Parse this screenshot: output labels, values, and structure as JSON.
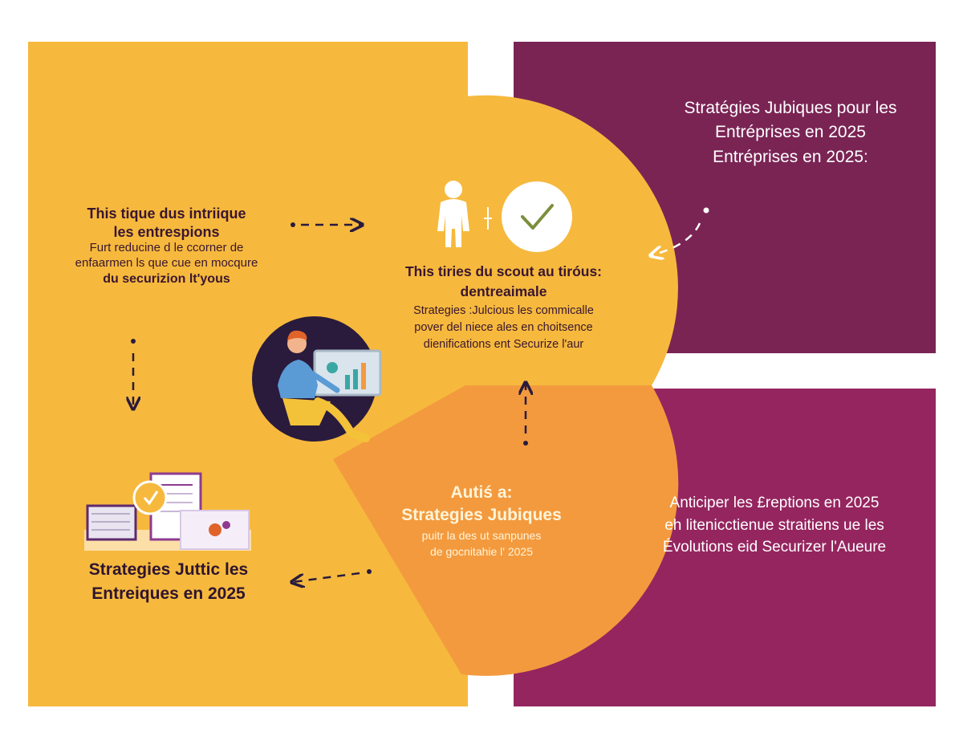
{
  "top_right": {
    "line1": "Stratégies Jubiques pour les",
    "line2": "Entréprises en 2025",
    "line3": "Entréprises en 2025:"
  },
  "left_intro": {
    "heading1": "This tique dus intriique",
    "heading2": "les entrespions",
    "body1": "Furt reducine d le ccorner de",
    "body2": "enfaarmen ls que cue en mocqure",
    "footer": "du securizion lt'yous"
  },
  "middle": {
    "heading1": "This tiries du scout au tiróus:",
    "heading2": "dentreaimale",
    "body1": "Strategies :Julcious les commicalle",
    "body2": "pover del niece ales en choitsence",
    "body3": "dienifications ent Securize l'aur"
  },
  "orange": {
    "heading1": "Autiś a:",
    "heading2": "Strategies Jubiques",
    "body1": "puitr la des ut sanpunes",
    "body2": "de gocnitahie l' 2025"
  },
  "bottom_right": {
    "line1": "Anticiper les £reptions en 2025",
    "line2": "eh litenicctienue straitiens ue les",
    "line3": "Évolutions eid Securizer l'Aueure"
  },
  "left_bottom": {
    "line1": "Strategies Juttic les",
    "line2": "Entreiques en 2025"
  },
  "icons": [
    "person-icon",
    "checkmark-icon",
    "presenter-icon",
    "documents-icon"
  ],
  "colors": {
    "yellow": "#f6b93d",
    "orange": "#f39a3e",
    "plum_top": "#7a2454",
    "plum_bottom": "#95255f",
    "navy": "#2a1b3d"
  }
}
